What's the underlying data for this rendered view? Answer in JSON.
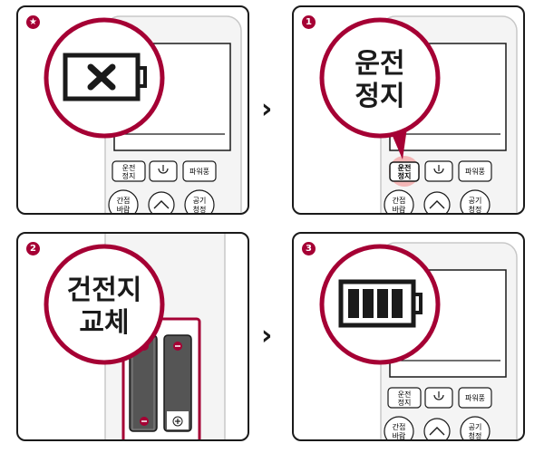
{
  "steps": [
    {
      "badge": "★"
    },
    {
      "badge": "1",
      "callout": [
        "운전",
        "정지"
      ]
    },
    {
      "badge": "2",
      "callout": [
        "건전지",
        "교체"
      ]
    },
    {
      "badge": "3"
    }
  ],
  "remote": {
    "power_label": [
      "운전",
      "정지"
    ],
    "fan_label": "파워풍",
    "wind_label": [
      "간접",
      "바람"
    ],
    "clean_label": [
      "공기",
      "청정"
    ]
  },
  "arrow_glyph": "›",
  "colors": {
    "accent": "#a50034",
    "outline": "#1a1a1a",
    "remote_body": "#f4f4f4",
    "highlight": "#f3b6b6"
  },
  "icons": {
    "battery_empty": "battery-x-icon",
    "battery_full": "battery-full-icon"
  }
}
